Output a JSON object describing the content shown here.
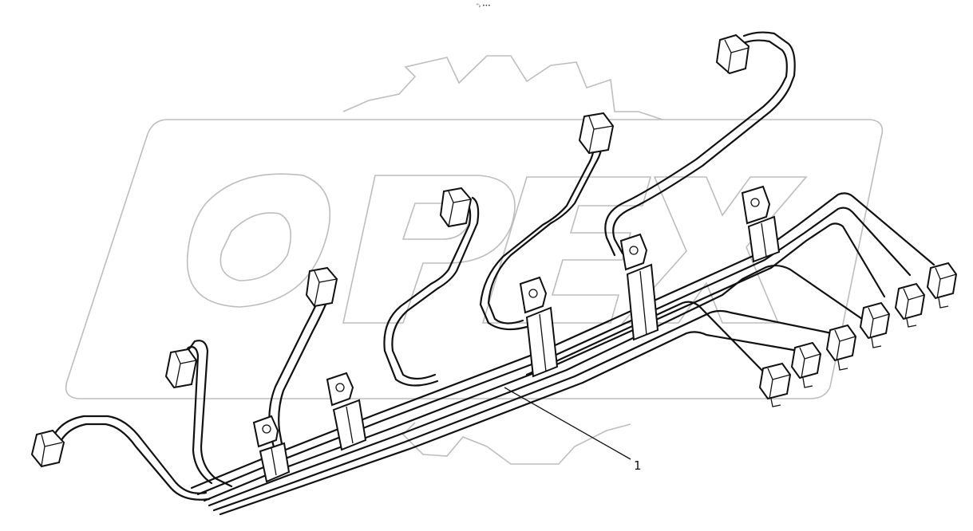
{
  "header": {
    "mark": "\"₂ •••"
  },
  "callouts": [
    {
      "label": "1"
    }
  ],
  "watermark": {
    "text": "OPEX",
    "color": "#bdbdbd"
  },
  "colors": {
    "line": "#111111",
    "background": "#ffffff"
  }
}
